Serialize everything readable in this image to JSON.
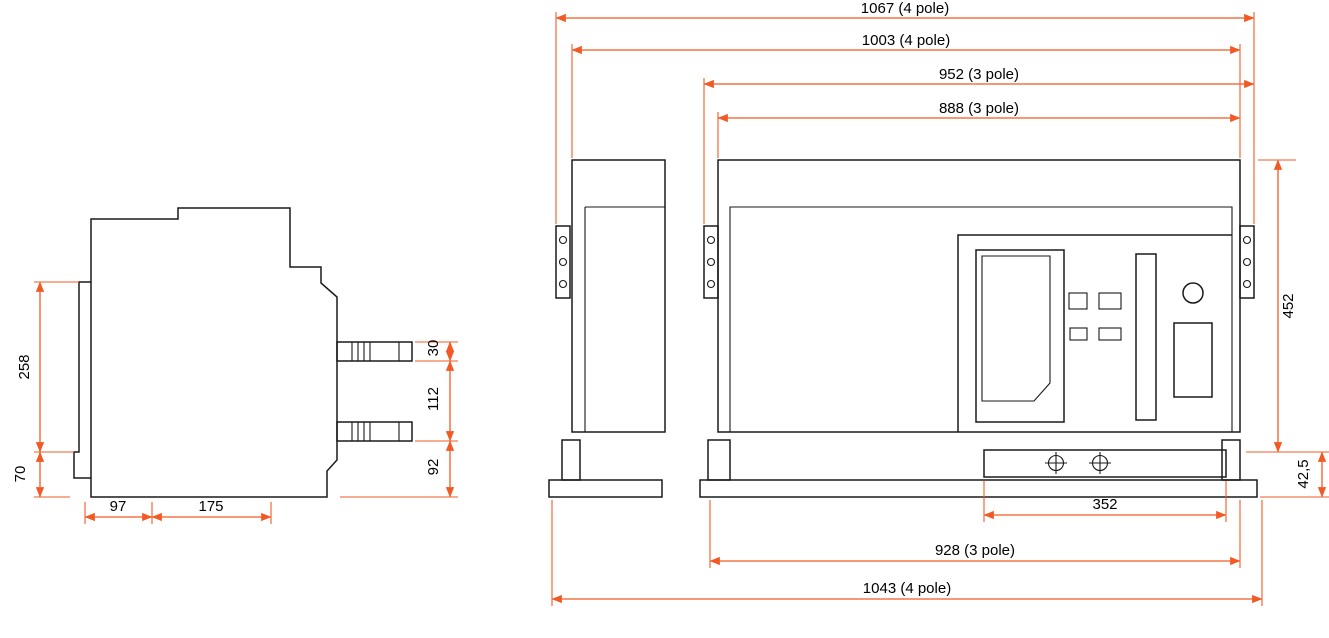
{
  "figure": {
    "kind": "technical-dimension-drawing",
    "colors": {
      "dimension_lines": "#f15a24",
      "outline": "#1a1a1a",
      "text": "#000000",
      "background": "#ffffff"
    }
  },
  "side_view": {
    "dimensions": {
      "total_height": "258",
      "base_height": "70",
      "bottom_front": "97",
      "bottom_rear": "175",
      "terminal_thickness": "30",
      "terminal_pitch": "112",
      "terminal_bottom": "92"
    }
  },
  "front_view": {
    "dimensions": {
      "overall_4pole": "1067 (4 pole)",
      "body_4pole": "1003 (4 pole)",
      "overall_3pole": "952 (3 pole)",
      "body_3pole": "888 (3 pole)",
      "height": "452",
      "base_height": "42,5",
      "panel_width": "352",
      "base_3pole": "928 (3 pole)",
      "base_4pole": "1043 (4 pole)"
    }
  }
}
